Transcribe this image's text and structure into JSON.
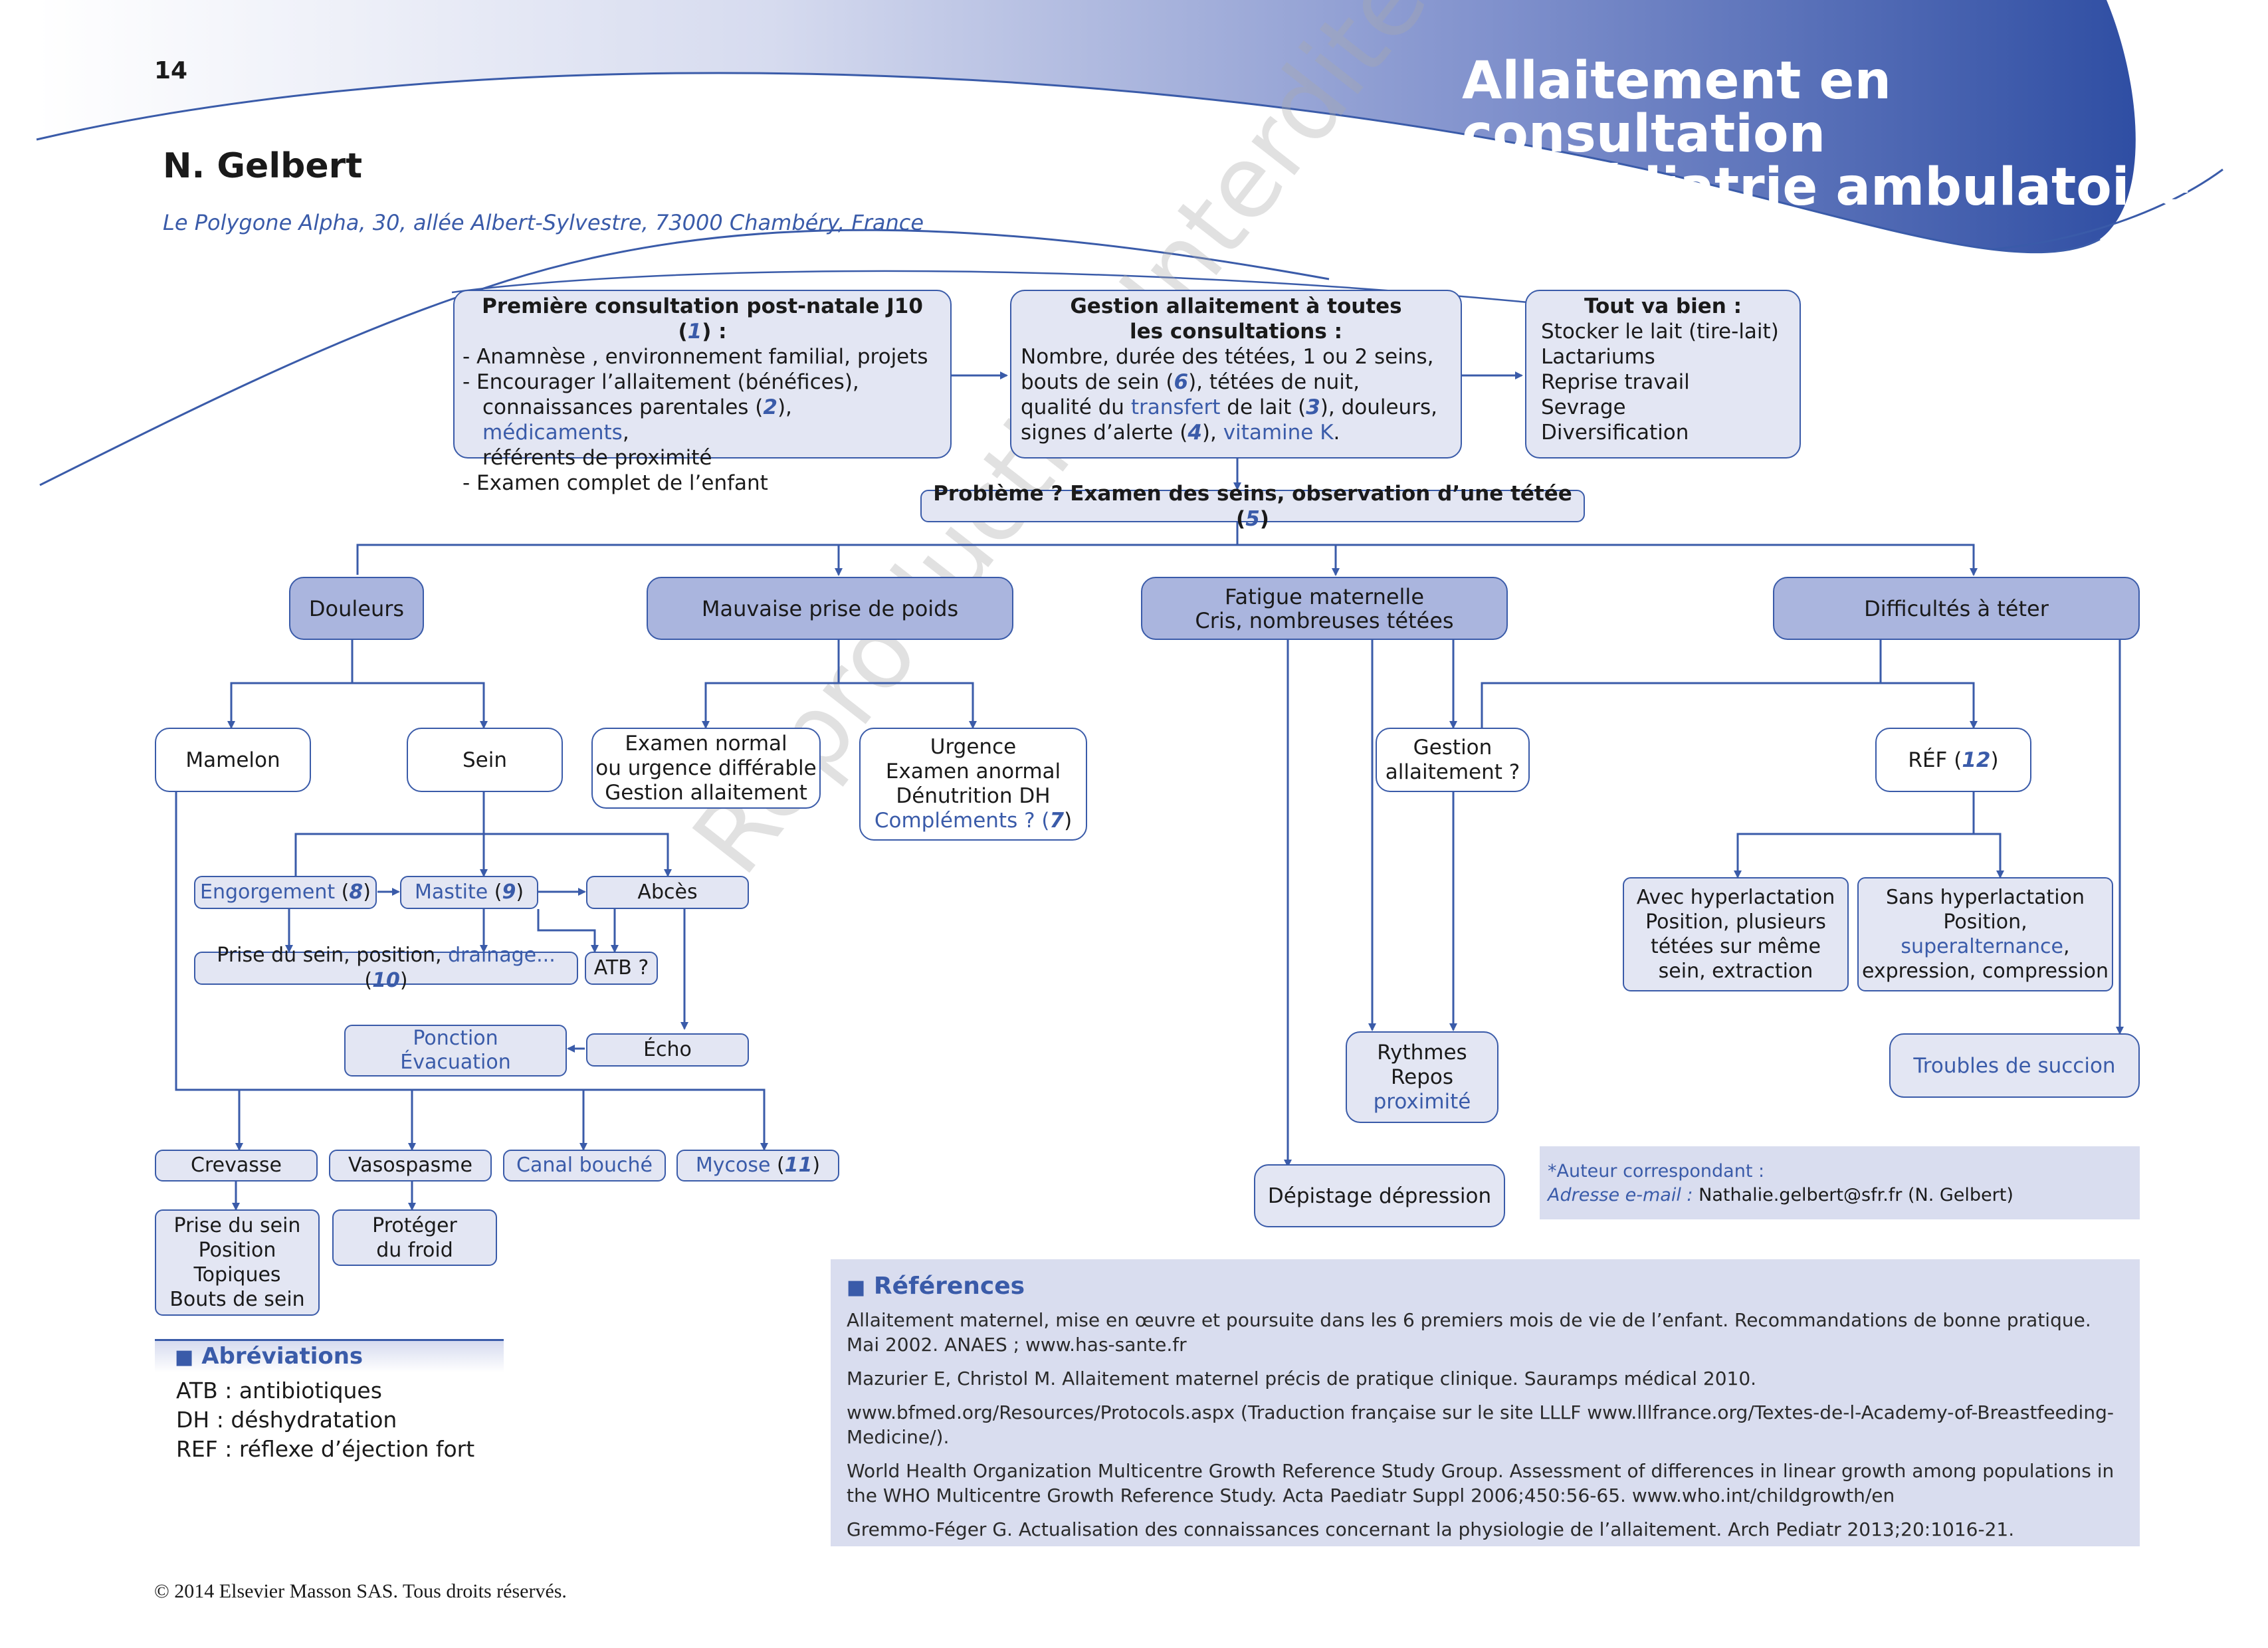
{
  "page_number": "14",
  "title_line1": "Allaitement en consultation",
  "title_line2": "de pédiatrie ambulatoire",
  "author": "N. Gelbert",
  "address": "Le Polygone Alpha, 30, allée Albert-Sylvestre, 73000 Chambéry, France",
  "watermark": "Reproduction Interdite",
  "top": {
    "first": {
      "title": "Première consultation post-natale J10 (",
      "title_num": "1",
      "title_end": ") :",
      "l1": "- Anamnèse , environnement familial, projets",
      "l2": "- Encourager l’allaitement (bénéfices),",
      "l3a": "connaissances parentales (",
      "l3n": "2",
      "l3b": "), ",
      "l3c": "médicaments",
      "l3d": ",",
      "l4": "référents de proximité",
      "l5": "- Examen complet de l’enfant"
    },
    "gestion": {
      "t1": "Gestion allaitement à toutes",
      "t2": "les consultations :",
      "l1": "Nombre, durée des tétées, 1 ou 2 seins,",
      "l2a": "bouts de sein (",
      "l2n": "6",
      "l2b": "), tétées de nuit,",
      "l3a": "qualité du ",
      "l3b": "transfert",
      "l3c": " de lait (",
      "l3n": "3",
      "l3d": "), douleurs,",
      "l4a": "signes d’alerte (",
      "l4n": "4",
      "l4b": "), ",
      "l4c": "vitamine K",
      "l4d": "."
    },
    "ok": {
      "title": "Tout va bien :",
      "items": [
        "Stocker le lait (tire-lait)",
        "Lactariums",
        "Reprise travail",
        "Sevrage",
        "Diversification"
      ]
    }
  },
  "probleme": {
    "text": "Problème ? Examen des seins, observation d’une tétée (",
    "num": "5",
    "end": ")"
  },
  "categories": {
    "douleurs": "Douleurs",
    "poids": "Mauvaise prise de poids",
    "fatigue1": "Fatigue maternelle",
    "fatigue2": "Cris, nombreuses tétées",
    "difficultes": "Difficultés à téter"
  },
  "nodes": {
    "mamelon": "Mamelon",
    "sein": "Sein",
    "exnormal": [
      "Examen normal",
      "ou urgence différable",
      "Gestion allaitement"
    ],
    "urgence": [
      "Urgence",
      "Examen anormal",
      "Dénutrition DH"
    ],
    "complements": "Compléments ? (",
    "complements_num": "7",
    "complements_end": ")",
    "gestion_q": [
      "Gestion",
      "allaitement ?"
    ],
    "ref": "RÉF (",
    "ref_num": "12",
    "ref_end": ")",
    "engorgement": "Engorgement",
    "engorgement_num": "8",
    "mastite": "Mastite",
    "mastite_num": "9",
    "abces": "Abcès",
    "prise_sein": "Prise du sein, position, ",
    "drainage": "drainage...",
    "drainage_num": "10",
    "atb": "ATB ?",
    "ponction": "Ponction",
    "evacuation": "Évacuation",
    "echo": "Écho",
    "crevasse": "Crevasse",
    "vasospasme": "Vasospasme",
    "canal": "Canal bouché",
    "mycose": "Mycose",
    "mycose_num": "11",
    "crevasse_care": [
      "Prise du sein",
      "Position",
      "Topiques",
      "Bouts de sein"
    ],
    "protect": [
      "Protéger",
      "du froid"
    ],
    "rythmes": [
      "Rythmes",
      "Repos"
    ],
    "proximite": "proximité",
    "depistage": "Dépistage dépression",
    "avec": [
      "Avec hyperlactation",
      "Position, plusieurs",
      "tétées sur même",
      "sein, extraction"
    ],
    "sans1": "Sans hyperlactation",
    "sans2": "Position,",
    "sans3": "superalternance",
    "sans4": "expression, compression",
    "troubles": "Troubles de succion"
  },
  "corresponding": {
    "label": "*Auteur correspondant :",
    "email_label": "Adresse e-mail :",
    "email": "Nathalie.gelbert@sfr.fr (N. Gelbert)"
  },
  "abbreviations": {
    "title": "Abréviations",
    "items": [
      "ATB : antibiotiques",
      "DH : déshydratation",
      "REF : réflexe d’éjection fort"
    ]
  },
  "references": {
    "title": "Références",
    "items": [
      "Allaitement maternel, mise en œuvre et poursuite dans les 6 premiers mois de vie de l’enfant. Recommandations de bonne pratique. Mai 2002. ANAES ; www.has-sante.fr",
      "Mazurier E, Christol M. Allaitement maternel précis de pratique clinique. Sauramps médical 2010.",
      "www.bfmed.org/Resources/Protocols.aspx (Traduction française sur le site LLLF www.lllfrance.org/Textes-de-l-Academy-of-Breastfeeding-Medicine/).",
      "World Health Organization Multicentre Growth Reference Study Group. Assessment of differences in linear growth among populations in the WHO Multicentre Growth Reference Study. Acta Paediatr Suppl 2006;450:56-65. www.who.int/childgrowth/en",
      "Gremmo-Féger G. Actualisation des connaissances concernant la physiologie de l’allaitement. Arch Pediatr 2013;20:1016-21."
    ]
  },
  "copyright": "© 2014 Elsevier Masson SAS. Tous droits réservés."
}
